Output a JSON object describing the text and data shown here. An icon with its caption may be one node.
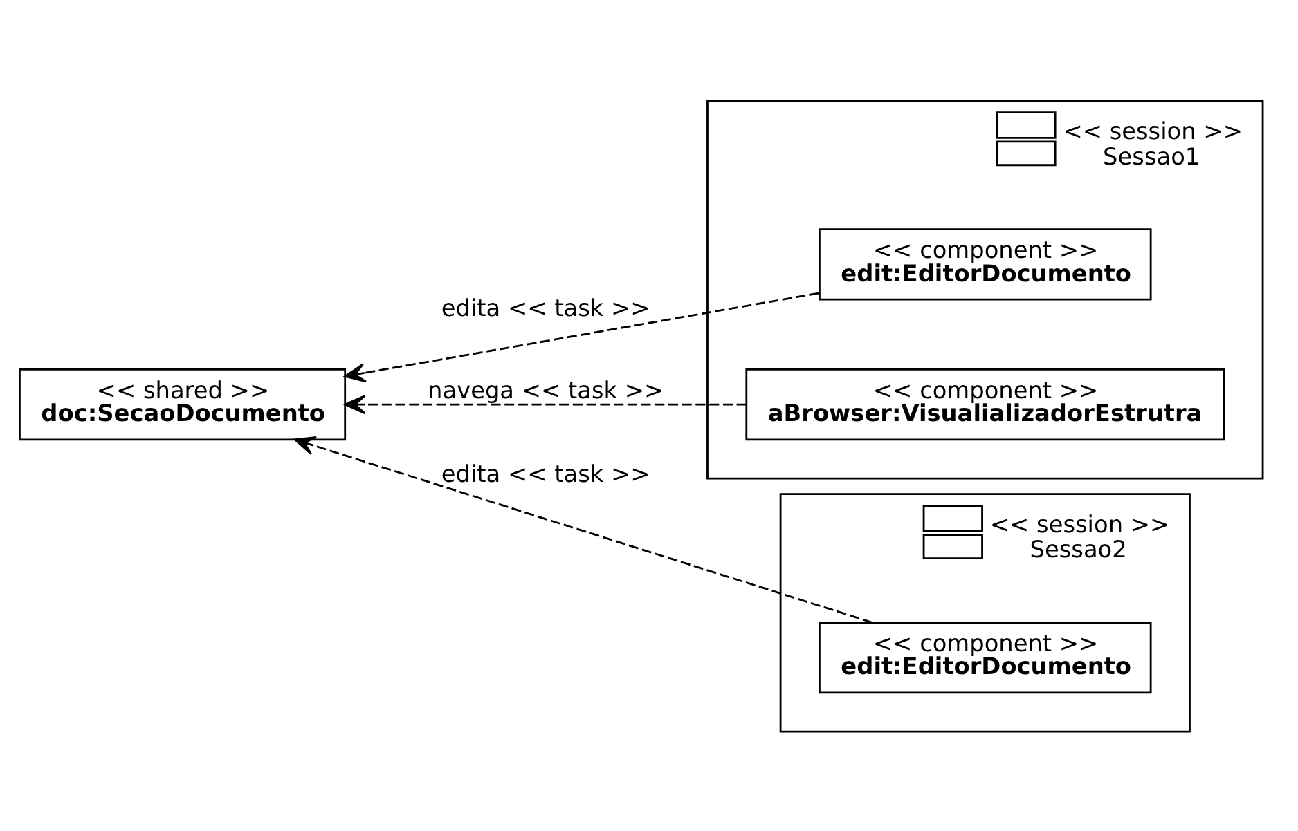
{
  "diagram": {
    "nodes": [
      {
        "text": [
          "<< shared >>",
          "doc:SecaoDocumento"
        ]
      },
      {
        "text": [
          "<< session >>",
          "Sessao1"
        ]
      },
      {
        "text": [
          "<< component >>",
          "edit:EditorDocumento"
        ],
        "in": 1
      },
      {
        "text": [
          "<< component >>",
          "aBrowser:VisualializadorEstrutra"
        ],
        "in": 1
      },
      {
        "text": [
          "<< session >>",
          "Sessao2"
        ]
      },
      {
        "text": [
          "<< component >>",
          "edit:EditorDocumento"
        ],
        "in": 4
      }
    ],
    "edges": [
      {
        "from": 2,
        "to": 0,
        "arrow": "to",
        "label": "edita << task >>",
        "style": "dashed"
      },
      {
        "from": 3,
        "to": 0,
        "arrow": "to",
        "label": "navega << task >>",
        "style": "dashed"
      },
      {
        "from": 5,
        "to": 0,
        "arrow": "to",
        "label": "edita << task >>",
        "style": "dashed"
      }
    ]
  }
}
